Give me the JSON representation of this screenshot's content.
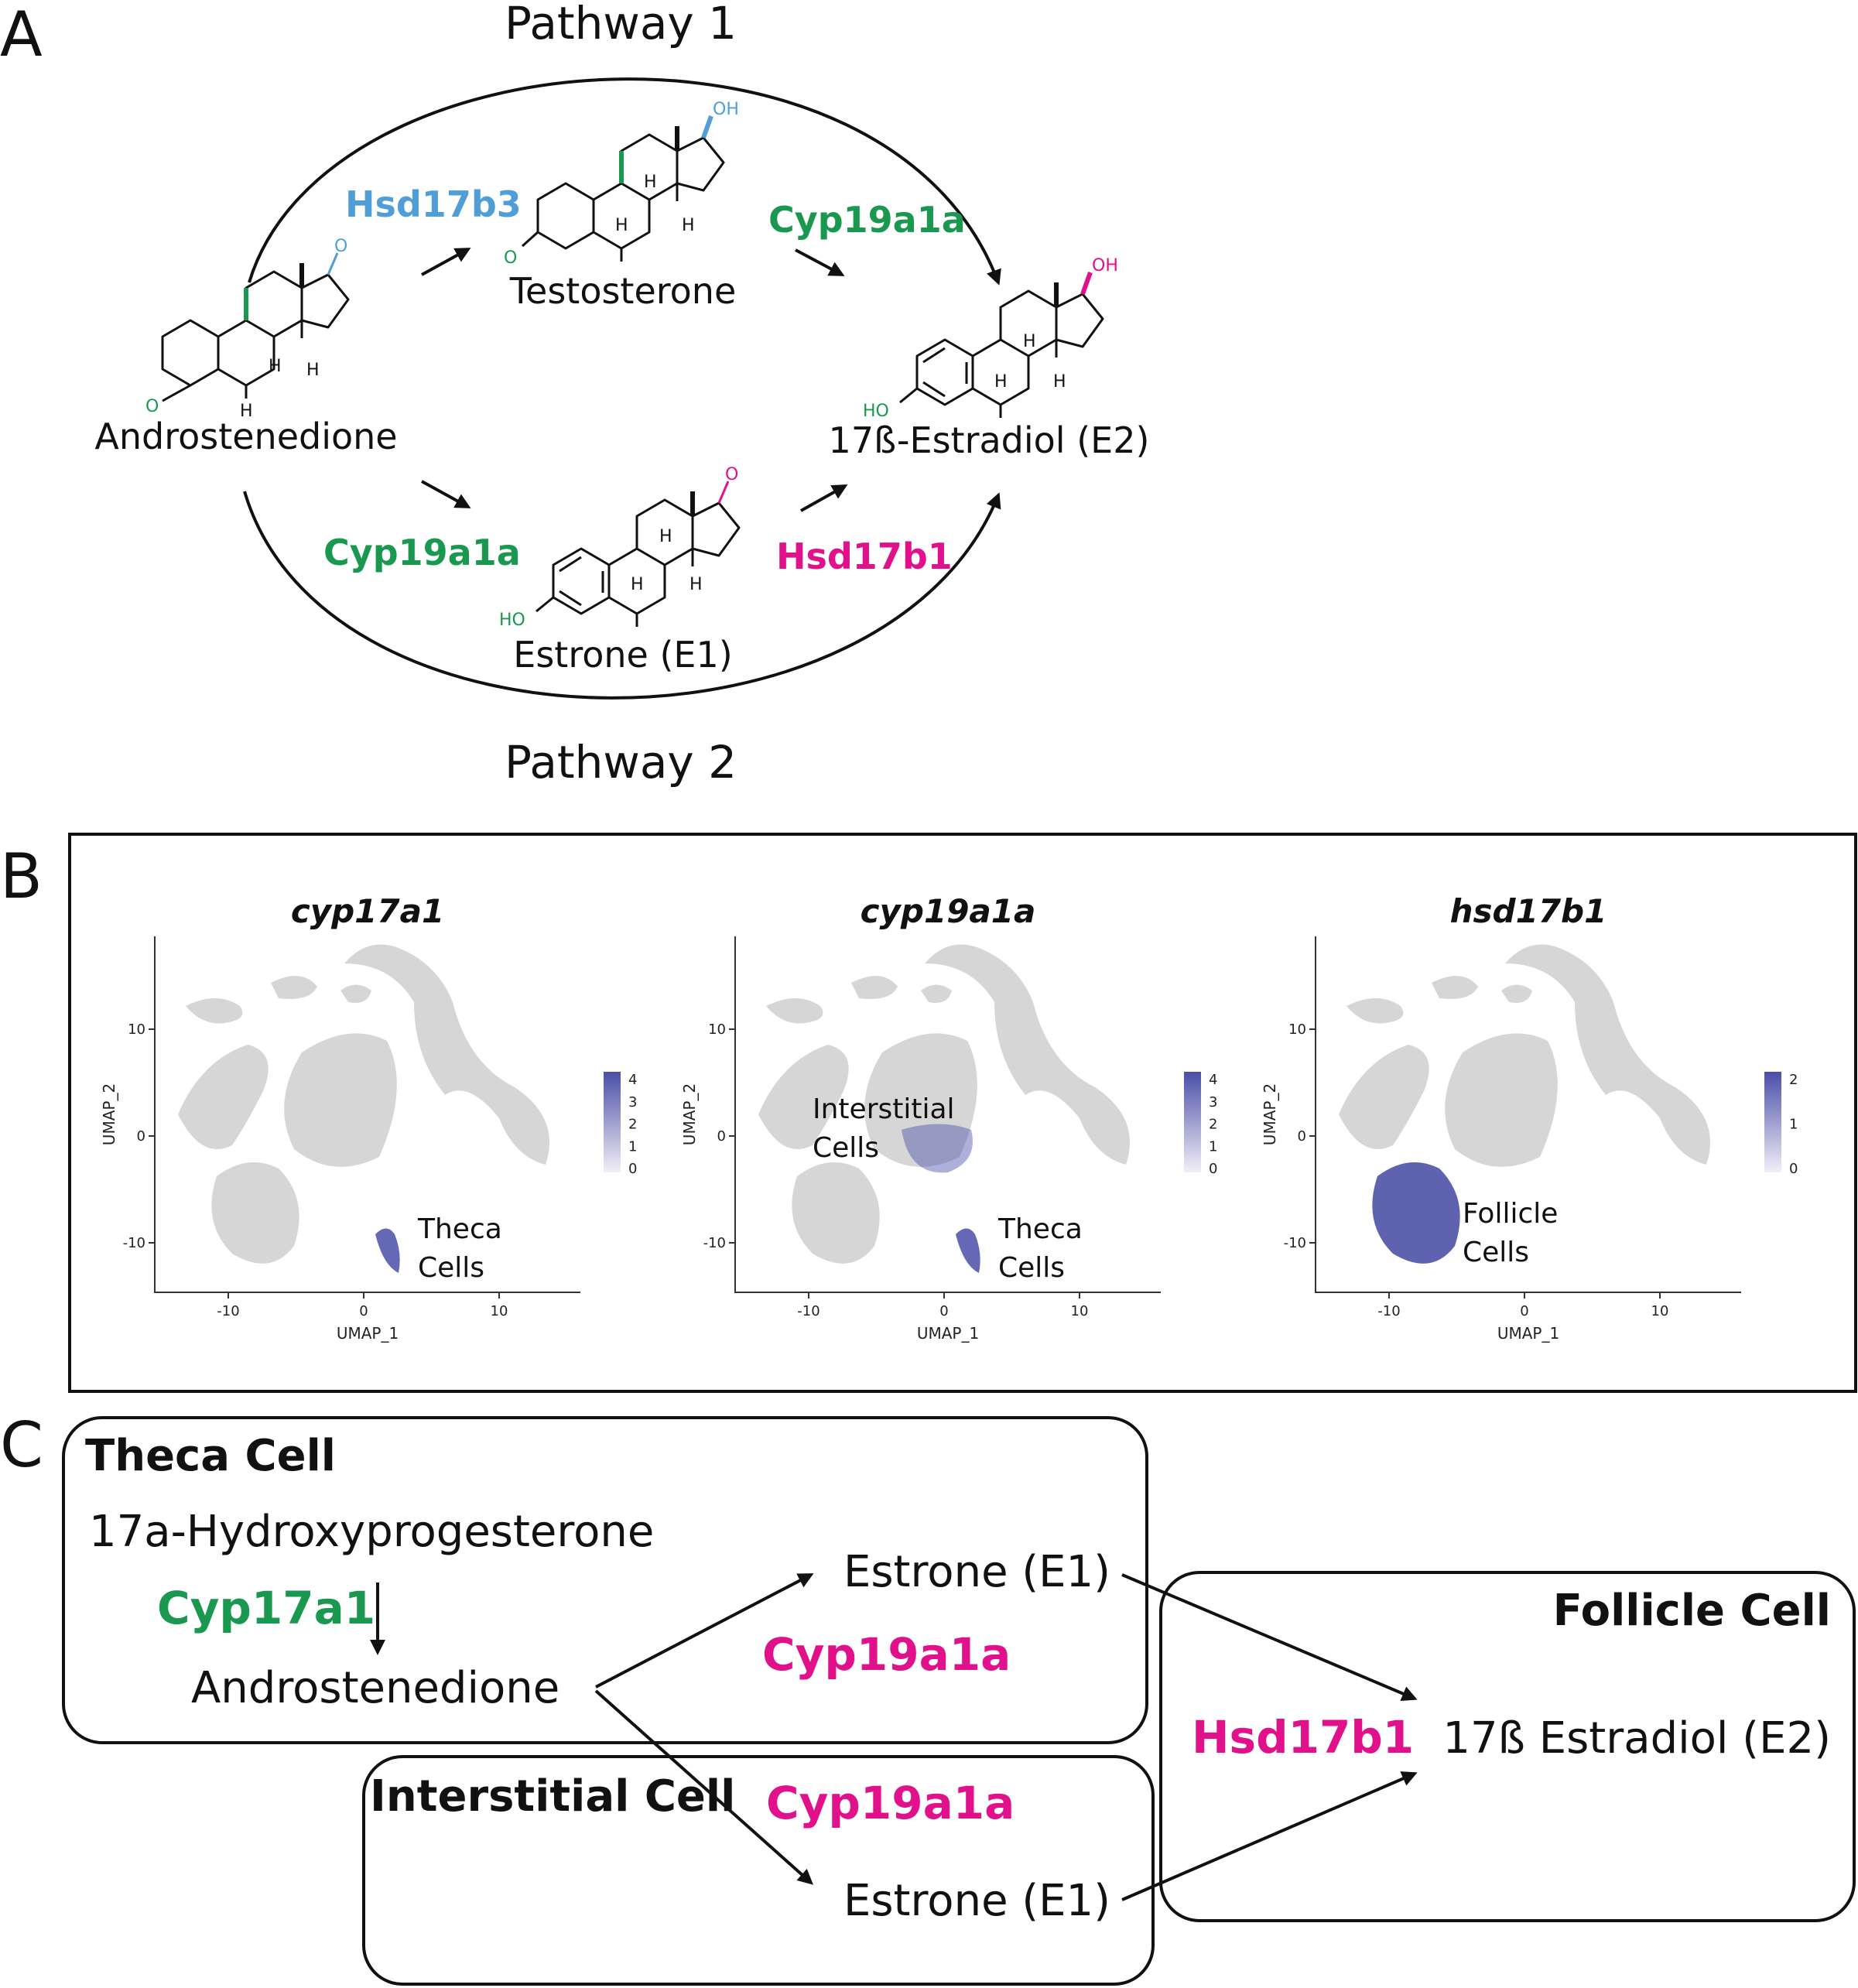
{
  "colors": {
    "green": "#1a9850",
    "blue": "#4f9fd6",
    "magenta": "#e0118b",
    "umap_grey": "#d6d6d6",
    "umap_high": "#4a4fa8",
    "umap_low": "#ece7f2"
  },
  "panel_a": {
    "letter": "A",
    "pathway1": "Pathway 1",
    "pathway2": "Pathway 2",
    "compounds": {
      "androstenedione": "Androstenedione",
      "testosterone": "Testosterone",
      "estradiol": "17ß-Estradiol (E2)",
      "estrone": "Estrone (E1)"
    },
    "enzymes": {
      "hsd17b3": "Hsd17b3",
      "cyp19a1a_top": "Cyp19a1a",
      "cyp19a1a_bottom": "Cyp19a1a",
      "hsd17b1": "Hsd17b1"
    },
    "atoms": {
      "o": "O",
      "oh": "OH",
      "ho": "HO",
      "h": "H"
    }
  },
  "panel_b": {
    "letter": "B",
    "x_label": "UMAP_1",
    "y_label": "UMAP_2",
    "x_ticks": [
      "-10",
      "0",
      "10"
    ],
    "y_ticks": [
      "10",
      "0",
      "-10"
    ],
    "plots": [
      {
        "gene": "cyp17a1",
        "colorbar_ticks": [
          "4",
          "3",
          "2",
          "1",
          "0"
        ],
        "labels": [
          {
            "line1": "Theca",
            "line2": "Cells"
          }
        ]
      },
      {
        "gene": "cyp19a1a",
        "colorbar_ticks": [
          "4",
          "3",
          "2",
          "1",
          "0"
        ],
        "labels": [
          {
            "line1": "Interstitial",
            "line2": "Cells"
          },
          {
            "line1": "Theca",
            "line2": "Cells"
          }
        ]
      },
      {
        "gene": "hsd17b1",
        "colorbar_ticks": [
          "2",
          "1",
          "0"
        ],
        "labels": [
          {
            "line1": "Follicle",
            "line2": "Cells"
          }
        ]
      }
    ]
  },
  "panel_c": {
    "letter": "C",
    "theca_title": "Theca Cell",
    "interstitial_title": "Interstitial Cell",
    "follicle_title": "Follicle Cell",
    "precursor": "17a-Hydroxyprogesterone",
    "cyp17a1": "Cyp17a1",
    "androstenedione": "Androstenedione",
    "estrone_top": "Estrone (E1)",
    "estrone_bottom": "Estrone (E1)",
    "cyp19a1a_top": "Cyp19a1a",
    "cyp19a1a_bottom": "Cyp19a1a",
    "hsd17b1": "Hsd17b1",
    "estradiol": "17ß Estradiol (E2)"
  }
}
